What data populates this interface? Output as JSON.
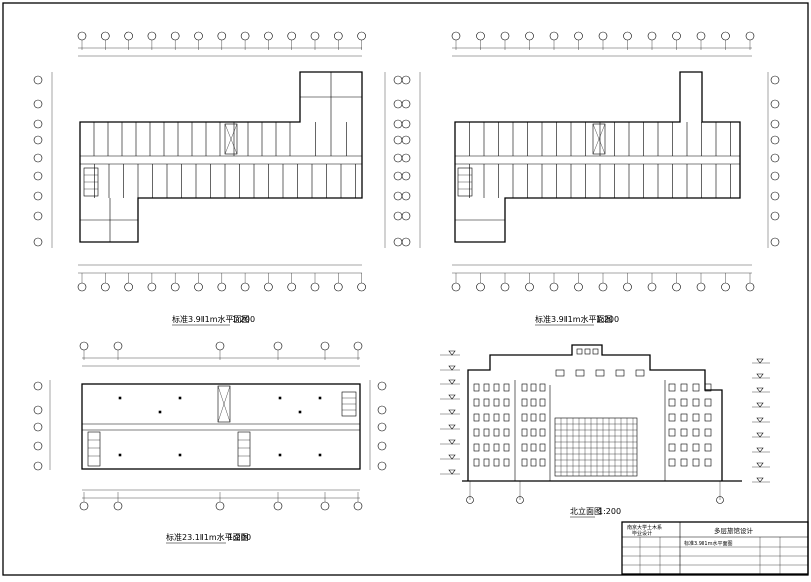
{
  "drawing": {
    "plan_tl_title": "标准3.9Ⅱ1m水平面图",
    "plan_tr_title": "标准3.9Ⅱ1m水平面图",
    "plan_bl_title": "标准23.1Ⅱ1m水平面图",
    "elevation_title": "北立面图",
    "scale": "1:200",
    "colors": {
      "line": "#000000",
      "background": "#ffffff"
    }
  },
  "title_block": {
    "school_line1": "南京大学土木系",
    "school_line2": "毕业设计",
    "project": "多层旅馆设计",
    "sheet_desc": "标准3.9Ⅱ1m水平面图"
  }
}
